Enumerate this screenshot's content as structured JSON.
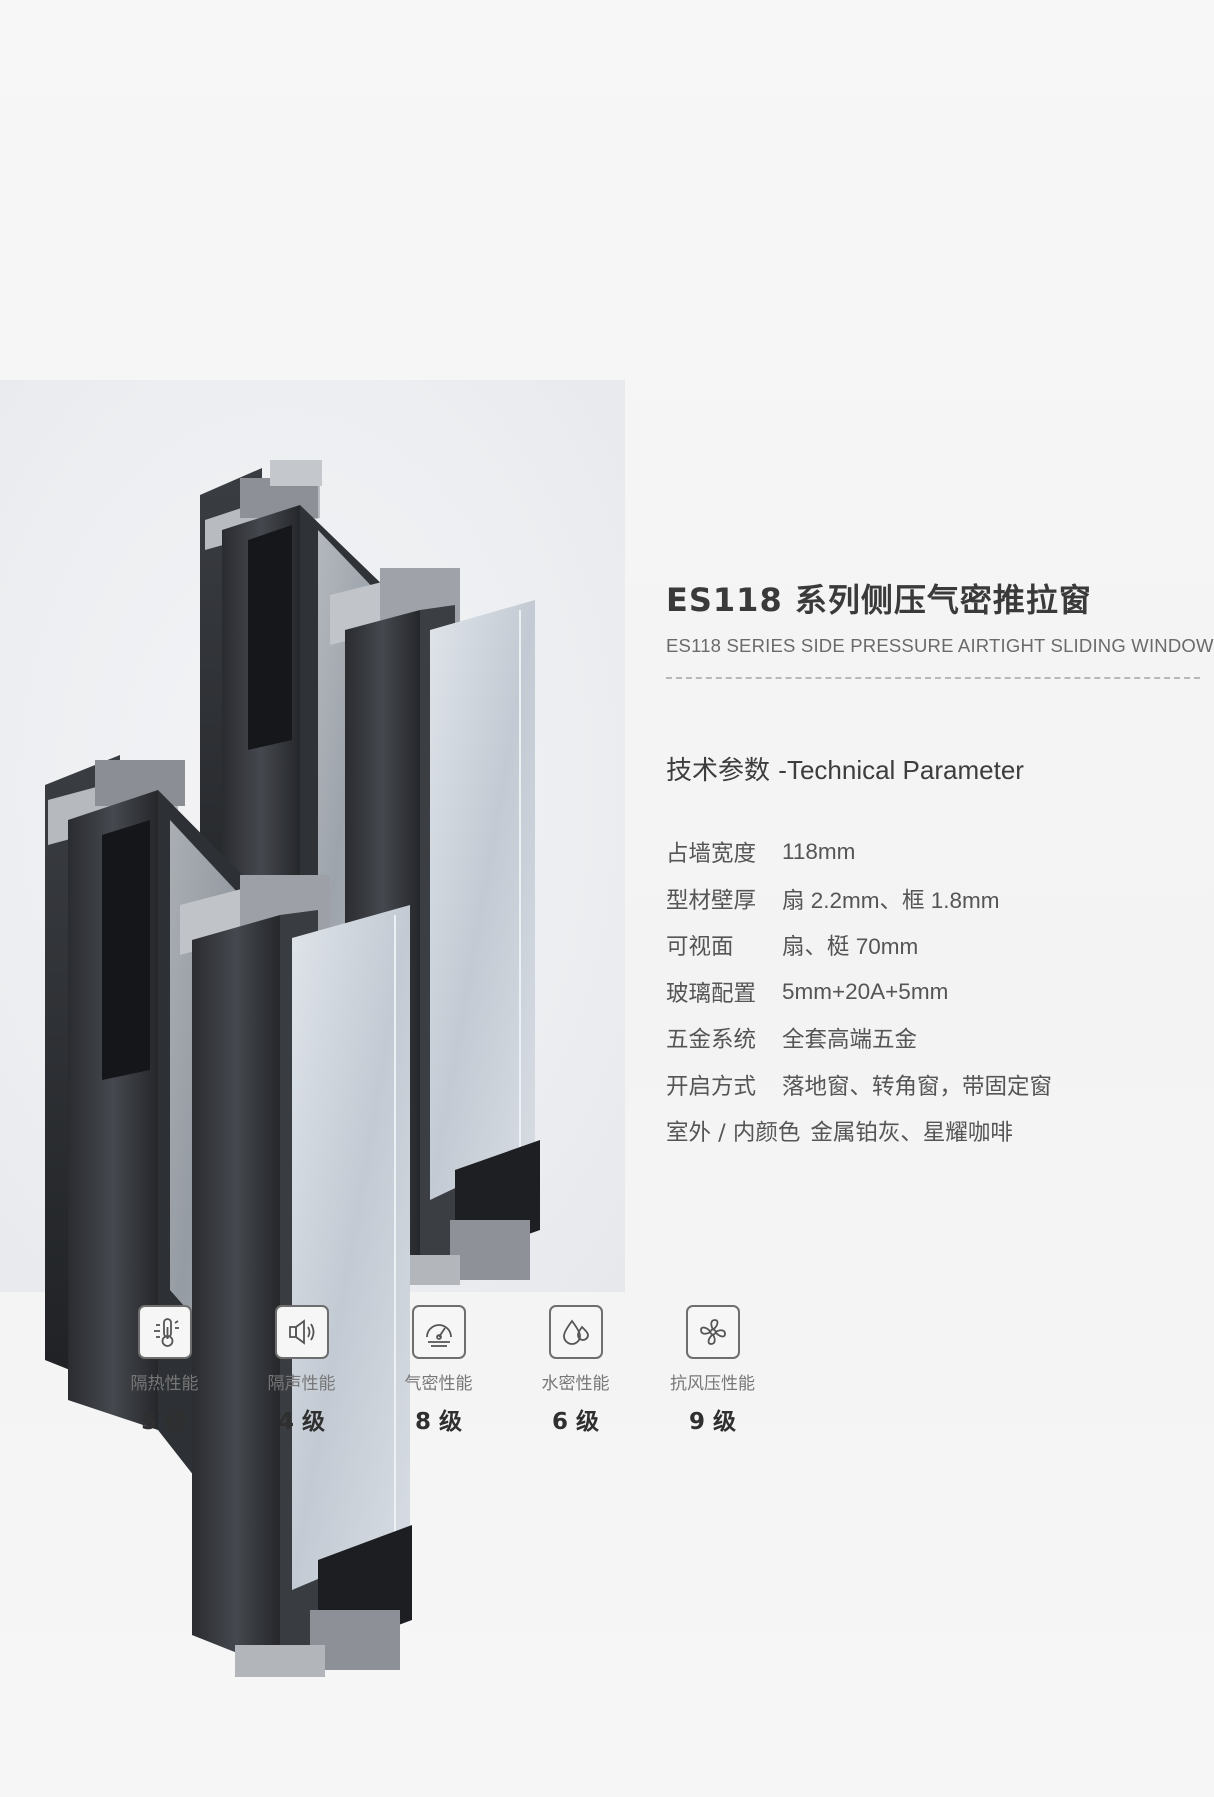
{
  "product": {
    "title_cn": "ES118 系列侧压气密推拉窗",
    "title_en": "ES118 SERIES SIDE PRESSURE AIRTIGHT SLIDING WINDOW"
  },
  "section": {
    "heading_cn": "技术参数",
    "heading_en": "-Technical Parameter"
  },
  "parameters": [
    {
      "label": "占墙宽度",
      "value": "118mm"
    },
    {
      "label": "型材壁厚",
      "value": "扇 2.2mm、框 1.8mm"
    },
    {
      "label": "可视面",
      "value": "扇、梃 70mm"
    },
    {
      "label": "玻璃配置",
      "value": "5mm+20A+5mm"
    },
    {
      "label": "五金系统",
      "value": "全套高端五金"
    },
    {
      "label": "开启方式",
      "value": "落地窗、转角窗，带固定窗"
    },
    {
      "label": "室外 / 内颜色",
      "value": "金属铂灰、星耀咖啡"
    }
  ],
  "features": [
    {
      "icon": "thermometer-icon",
      "name": "隔热性能",
      "level": "5 级"
    },
    {
      "icon": "speaker-icon",
      "name": "隔声性能",
      "level": "4 级"
    },
    {
      "icon": "gauge-icon",
      "name": "气密性能",
      "level": "8 级"
    },
    {
      "icon": "water-drop-icon",
      "name": "水密性能",
      "level": "6 级"
    },
    {
      "icon": "fan-icon",
      "name": "抗风压性能",
      "level": "9 级"
    }
  ],
  "colors": {
    "profile_dark": "#2b2d31",
    "profile_silver": "#b9bcc1",
    "glass": "#c9d0d8"
  }
}
